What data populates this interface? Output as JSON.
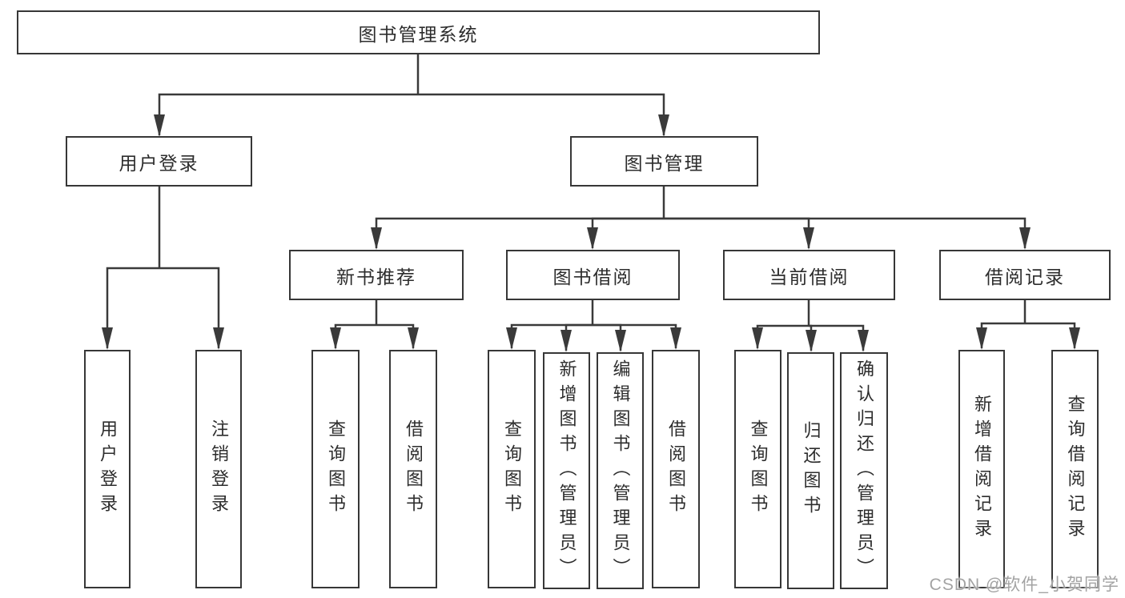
{
  "diagram": {
    "root": {
      "label": "图书管理系统"
    },
    "children": [
      {
        "label": "用户登录",
        "children": [
          {
            "label": "用户登录"
          },
          {
            "label": "注销登录"
          }
        ]
      },
      {
        "label": "图书管理",
        "children": [
          {
            "label": "新书推荐",
            "children": [
              {
                "label": "查询图书"
              },
              {
                "label": "借阅图书"
              }
            ]
          },
          {
            "label": "图书借阅",
            "children": [
              {
                "label": "查询图书"
              },
              {
                "label": "新增图书（管理员）"
              },
              {
                "label": "编辑图书（管理员）"
              },
              {
                "label": "借阅图书"
              }
            ]
          },
          {
            "label": "当前借阅",
            "children": [
              {
                "label": "查询图书"
              },
              {
                "label": "归还图书"
              },
              {
                "label": "确认归还（管理员）"
              }
            ]
          },
          {
            "label": "借阅记录",
            "children": [
              {
                "label": "新增借阅记录"
              },
              {
                "label": "查询借阅记录"
              }
            ]
          }
        ]
      }
    ]
  },
  "watermark": {
    "text": "CSDN @软件_小贺同学"
  },
  "colors": {
    "background": "#ffffff",
    "line": "#3a3a3a",
    "box_border": "#373737",
    "text": "#2d2d2d",
    "watermark": "#a3a3a3"
  }
}
